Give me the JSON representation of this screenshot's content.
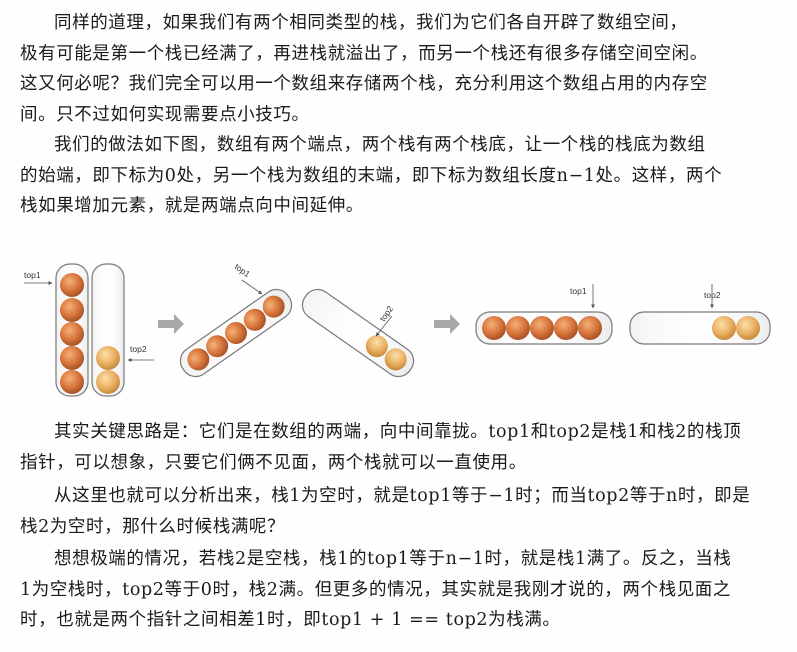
{
  "paragraphs_top": [
    {
      "indent": true,
      "lines": [
        "同样的道理，如果我们有两个相同类型的栈，我们为它们各自开辟了数组空间，",
        "极有可能是第一个栈已经满了，再进栈就溢出了，而另一个栈还有很多存储空间空闲。",
        "这又何必呢？我们完全可以用一个数组来存储两个栈，充分利用这个数组占用的内存空",
        "间。只不过如何实现需要点小技巧。"
      ]
    },
    {
      "indent": true,
      "lines": [
        "我们的做法如下图，数组有两个端点，两个栈有两个栈底，让一个栈的栈底为数组",
        "的始端，即下标为0处，另一个栈为数组的末端，即下标为数组长度n−1处。这样，两个",
        "栈如果增加元素，就是两端点向中间延伸。"
      ]
    }
  ],
  "figure": {
    "labels": {
      "top1": "top1",
      "top2": "top2"
    },
    "colors": {
      "ball_dark": "#d87a3a",
      "ball_light": "#eab063",
      "tube_stroke": "#7a7a7a",
      "arrow": "#9a9a9a"
    }
  },
  "paragraphs_bottom": [
    {
      "indent": true,
      "lines": [
        "其实关键思路是：它们是在数组的两端，向中间靠拢。top1和top2是栈1和栈2的栈顶",
        "指针，可以想象，只要它们俩不见面，两个栈就可以一直使用。"
      ]
    },
    {
      "indent": true,
      "lines": [
        "从这里也就可以分析出来，栈1为空时，就是top1等于−1时；而当top2等于n时，即是",
        "栈2为空时，那什么时候栈满呢？"
      ]
    },
    {
      "indent": true,
      "lines": [
        "想想极端的情况，若栈2是空栈，栈1的top1等于n−1时，就是栈1满了。反之，当栈",
        "1为空栈时，top2等于0时，栈2满。但更多的情况，其实就是我刚才说的，两个栈见面之",
        "时，也就是两个指针之间相差1时，即top1 + 1 == top2为栈满。"
      ]
    }
  ]
}
